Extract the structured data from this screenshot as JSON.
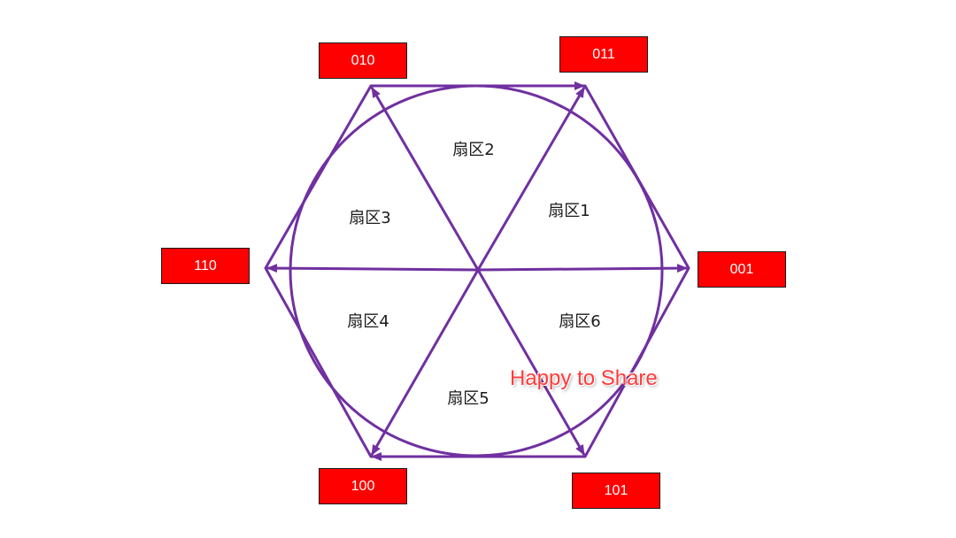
{
  "colors": {
    "line": "#7030a0",
    "box_fill": "#ff0000",
    "box_text": "#ffffff",
    "watermark": "#ff3b3b"
  },
  "vectors": {
    "v001": "001",
    "v011": "011",
    "v010": "010",
    "v110": "110",
    "v100": "100",
    "v101": "101"
  },
  "sectors": {
    "s1": "扇区1",
    "s2": "扇区2",
    "s3": "扇区3",
    "s4": "扇区4",
    "s5": "扇区5",
    "s6": "扇区6"
  },
  "watermark": "Happy to Share"
}
